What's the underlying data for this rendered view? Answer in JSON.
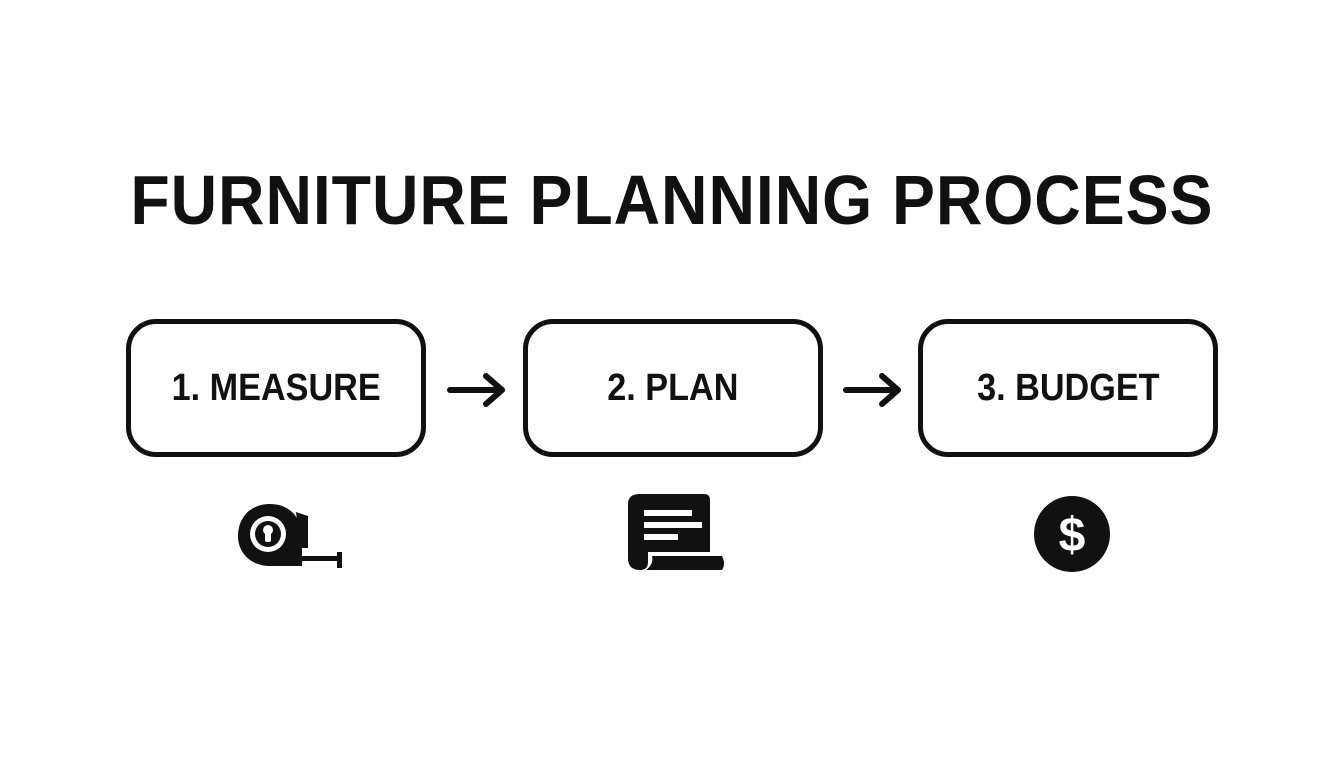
{
  "diagram": {
    "title": "FURNITURE PLANNING PROCESS",
    "steps": [
      {
        "label": "1. MEASURE",
        "icon": "tape-measure-icon"
      },
      {
        "label": "2. PLAN",
        "icon": "document-icon"
      },
      {
        "label": "3. BUDGET",
        "icon": "dollar-icon"
      }
    ],
    "connectors": [
      "arrow-right-icon",
      "arrow-right-icon"
    ],
    "colors": {
      "ink": "#111111",
      "background": "#ffffff"
    }
  }
}
